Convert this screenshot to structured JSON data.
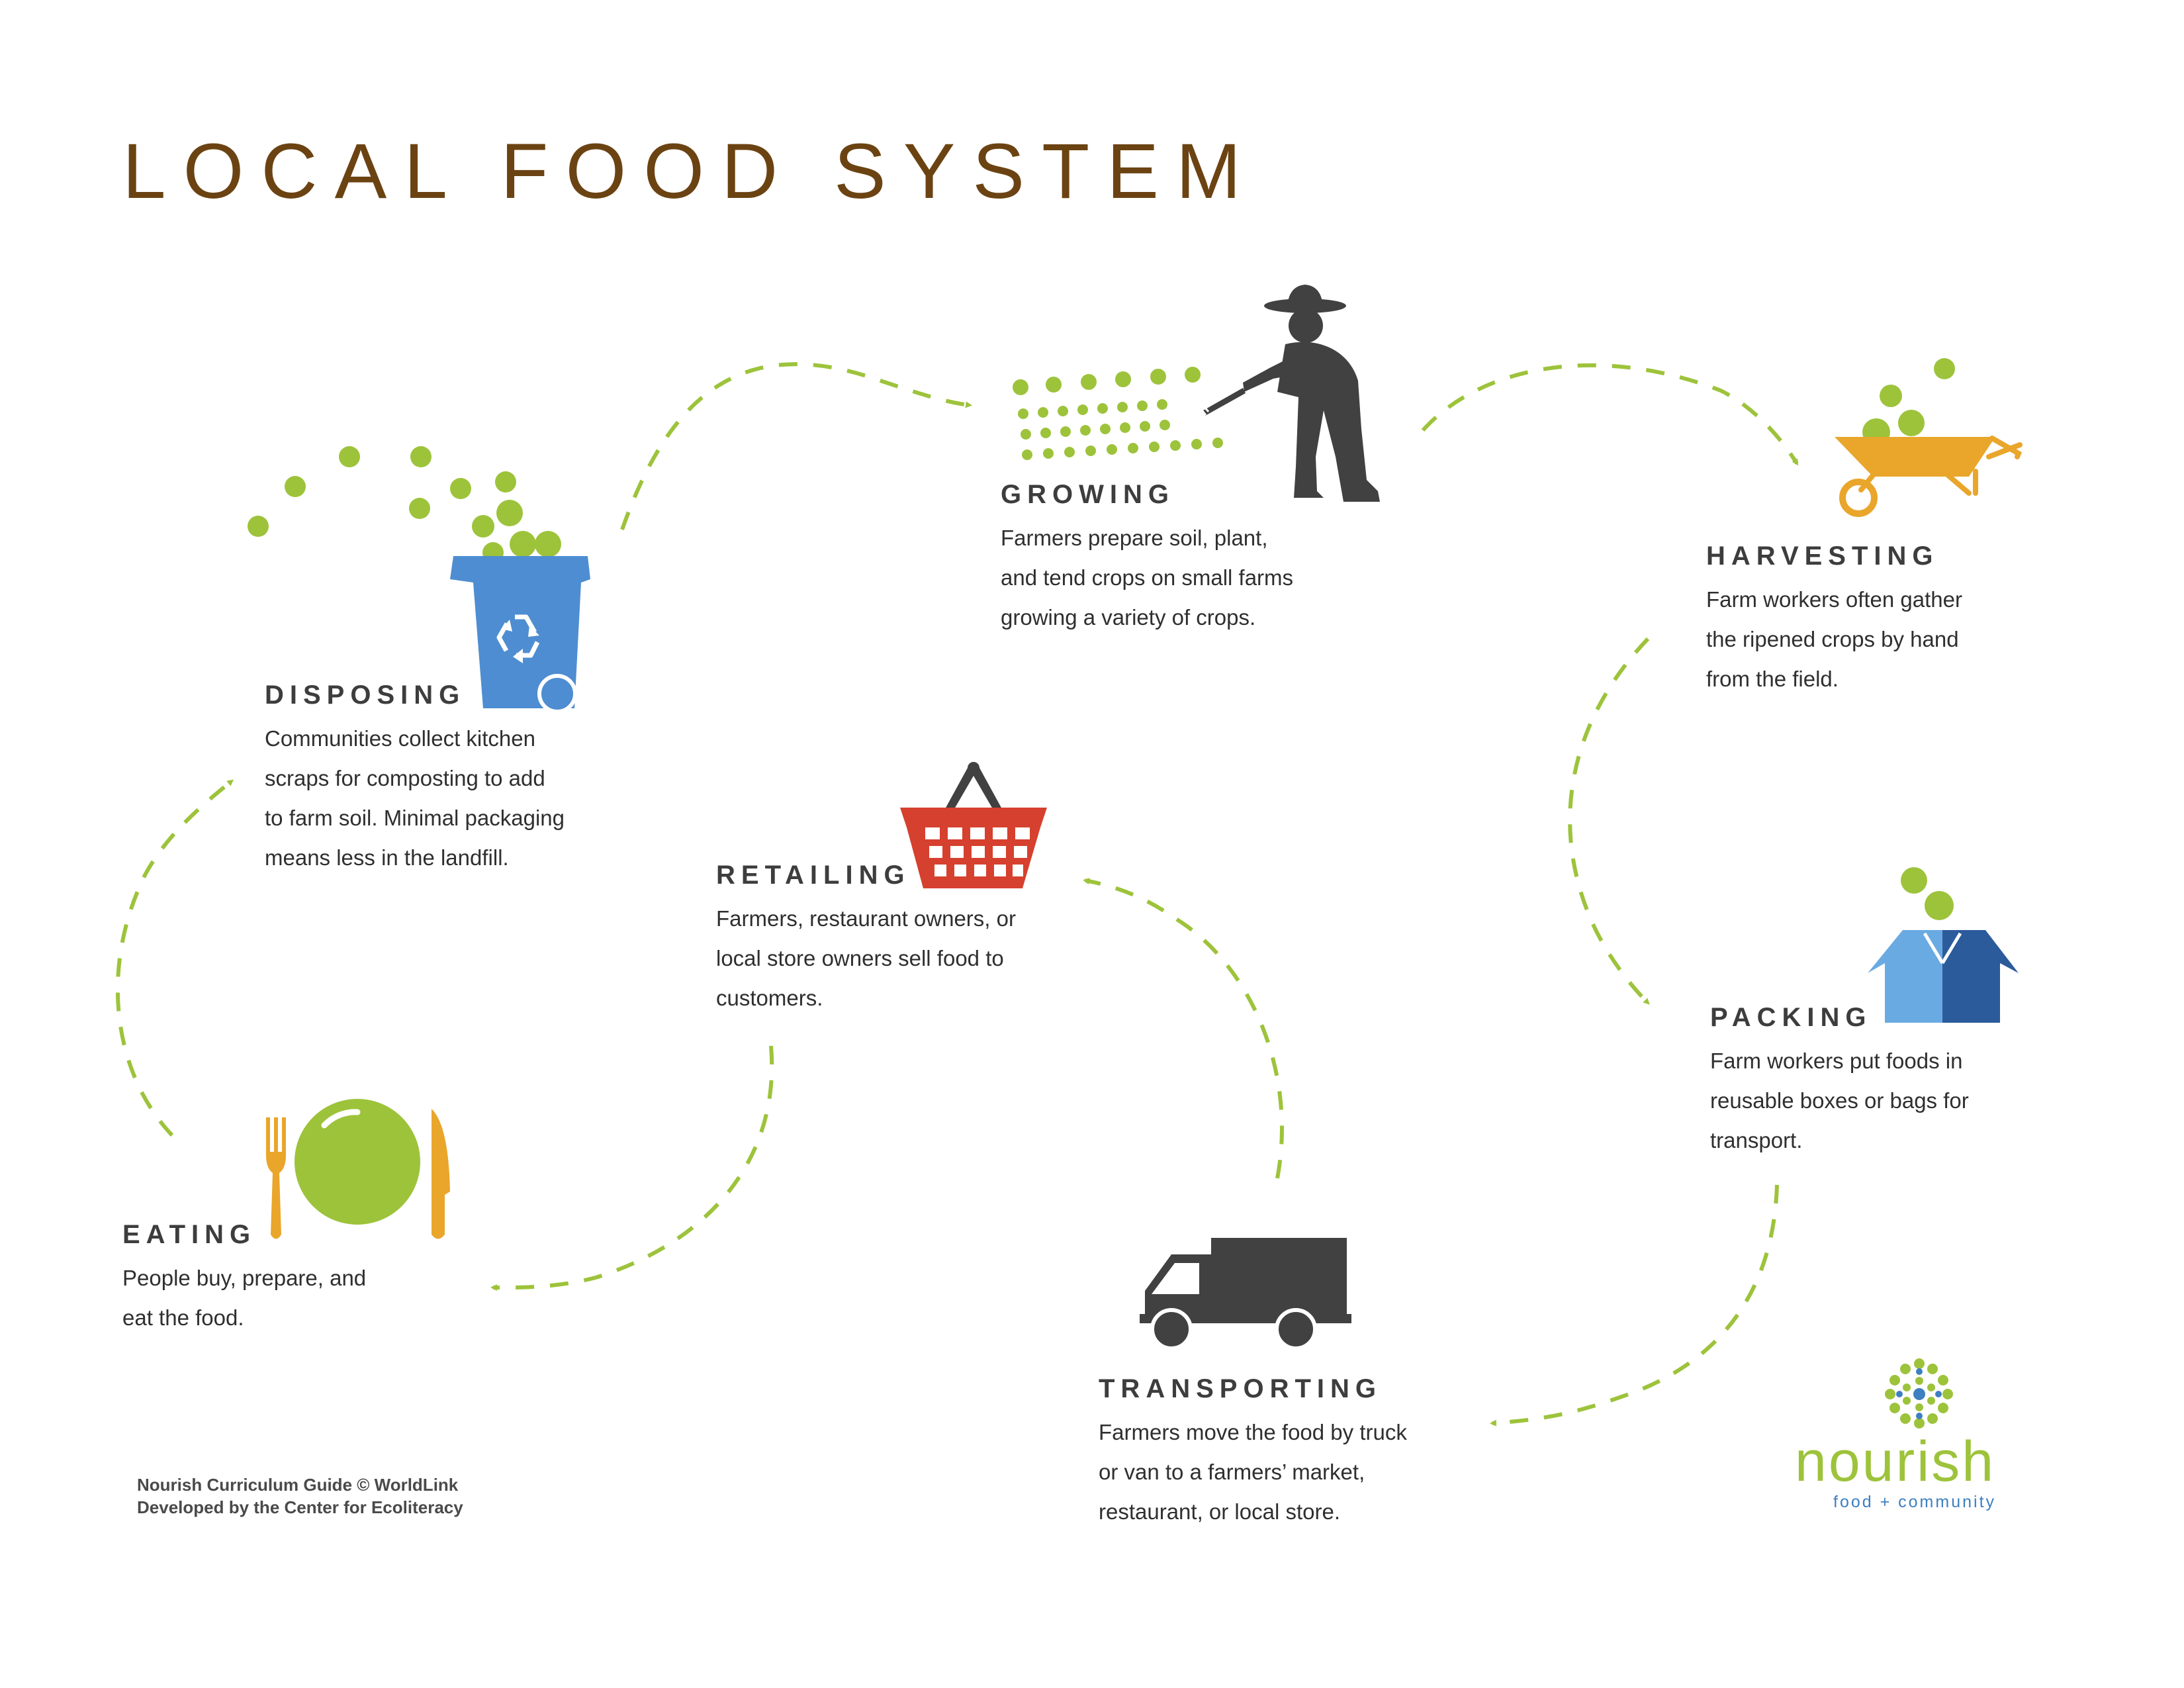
{
  "title": "LOCAL FOOD SYSTEM",
  "colors": {
    "title": "#6b4312",
    "heading": "#3d3d3d",
    "body": "#2f2f2f",
    "accent_green": "#9dc33b",
    "dark_icon": "#414142",
    "bin_blue": "#4e8dd1",
    "basket_red": "#d6402e",
    "orange": "#e9a62b",
    "box_light": "#6aaae2",
    "box_dark": "#2c5b9c",
    "logo_green": "#9dc33b",
    "logo_blue": "#3d7fc1"
  },
  "stages": {
    "growing": {
      "heading": "GROWING",
      "body": [
        "Farmers prepare soil, plant,",
        "and tend crops on small farms",
        "growing a variety of crops."
      ],
      "icon": "farmer-icon"
    },
    "harvesting": {
      "heading": "HARVESTING",
      "body": [
        "Farm workers often gather",
        "the ripened crops by hand",
        "from the field."
      ],
      "icon": "wheelbarrow-icon"
    },
    "packing": {
      "heading": "PACKING",
      "body": [
        "Farm workers put foods in",
        "reusable boxes or bags for",
        "transport."
      ],
      "icon": "box-icon"
    },
    "transporting": {
      "heading": "TRANSPORTING",
      "body": [
        "Farmers move the food by truck",
        "or van to a farmers’ market,",
        "restaurant, or local store."
      ],
      "icon": "truck-icon"
    },
    "retailing": {
      "heading": "RETAILING",
      "body": [
        "Farmers, restaurant owners, or",
        "local store owners sell food to",
        "customers."
      ],
      "icon": "basket-icon"
    },
    "eating": {
      "heading": "EATING",
      "body": [
        "People buy, prepare, and",
        "eat the food."
      ],
      "icon": "plate-icon"
    },
    "disposing": {
      "heading": "DISPOSING",
      "body": [
        "Communities collect kitchen",
        "scraps for composting to add",
        "to farm soil. Minimal packaging",
        "means less in the landfill."
      ],
      "icon": "recycle-bin-icon"
    }
  },
  "credit": {
    "line1": "Nourish Curriculum Guide © WorldLink",
    "line2": "Developed by the Center for Ecoliteracy"
  },
  "logo": {
    "word": "nourish",
    "tagline": "food + community",
    "icon": "flower-dots-icon"
  }
}
